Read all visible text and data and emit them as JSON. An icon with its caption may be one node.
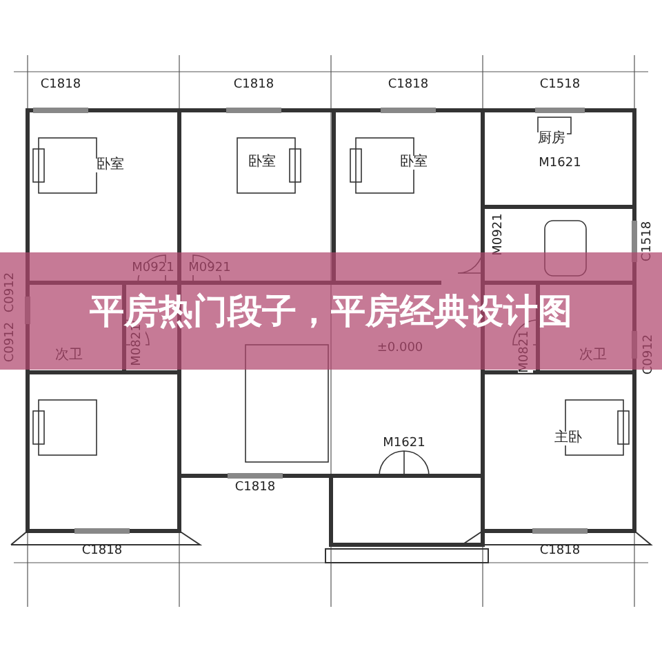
{
  "diagram": {
    "title": "平房热门段子，平房经典设计图",
    "labels": [
      "C1818",
      "C1818",
      "C1818",
      "C1518",
      "卧室",
      "卧室",
      "卧室",
      "厨房",
      "M1621",
      "M0921",
      "M0921",
      "M0921",
      "C1518",
      "C0912",
      "C0912",
      "次卫",
      "M0821",
      "±0.000",
      "M0821",
      "次卫",
      "C0912",
      "M1621",
      "主卧",
      "C1818",
      "C1818",
      "C1818"
    ]
  }
}
